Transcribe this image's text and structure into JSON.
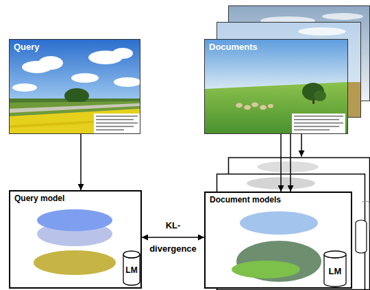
{
  "diagram": {
    "nodes": [
      {
        "text": [
          "Query"
        ]
      },
      {
        "text": [
          "Documents"
        ]
      },
      {
        "text": [
          "Query model"
        ]
      },
      {
        "text": [
          "LM"
        ],
        "in": 2
      },
      {
        "text": [
          "Document models"
        ]
      },
      {
        "text": [
          "LM"
        ],
        "in": 4
      }
    ],
    "edges": [
      {
        "from": 0,
        "to": 2,
        "arrow": "to"
      },
      {
        "from": 1,
        "to": 4,
        "arrow": "to"
      },
      {
        "from": 1,
        "to": 4,
        "arrow": "to"
      },
      {
        "from": 2,
        "to": 4,
        "arrow": "both",
        "label": "KL- divergence"
      }
    ]
  }
}
